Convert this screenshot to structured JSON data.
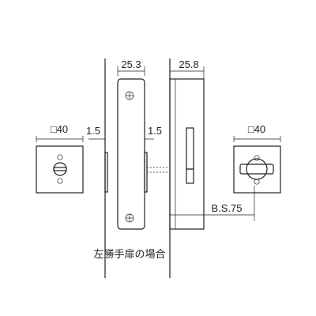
{
  "dimensions": {
    "plate_width_left": "25.3",
    "plate_width_right": "25.8",
    "rose_left": "□40",
    "rose_right": "□40",
    "offset_left": "1.5",
    "offset_right": "1.5",
    "backset": "B.S.75"
  },
  "caption": "左勝手扉の場合"
}
